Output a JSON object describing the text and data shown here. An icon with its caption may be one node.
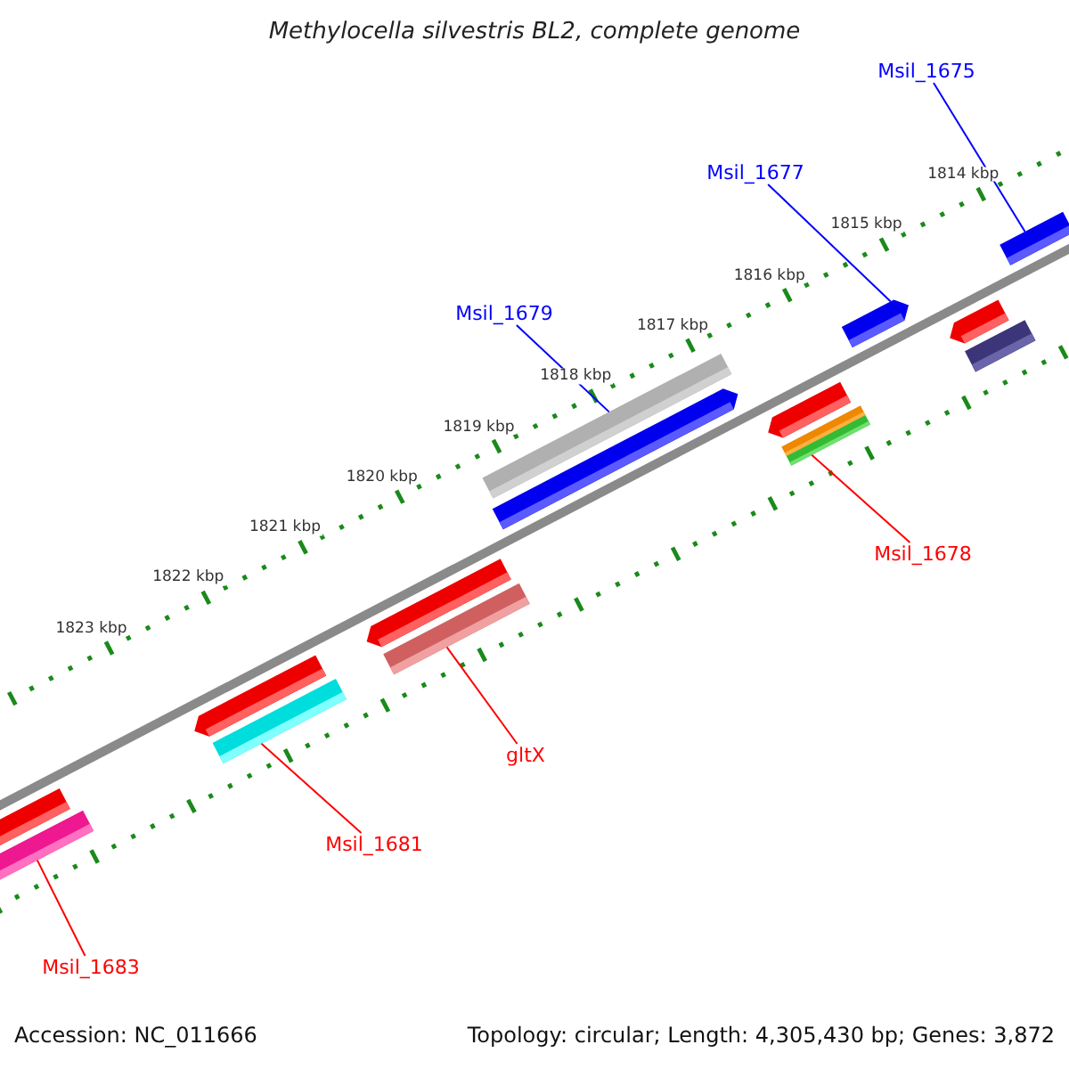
{
  "diagram": {
    "title": "Methylocella silvestris BL2, complete genome",
    "nodes": [
      {
        "text": [
          "Msil_1675"
        ]
      },
      {
        "text": [
          "Msil_1677"
        ]
      },
      {
        "text": [
          "Msil_1679"
        ]
      },
      {
        "text": [
          "Msil_1678"
        ]
      },
      {
        "text": [
          "gltX"
        ]
      },
      {
        "text": [
          "Msil_1681"
        ]
      },
      {
        "text": [
          "Msil_1683"
        ]
      },
      {
        "text": [],
        "shape": "bar"
      },
      {
        "text": [],
        "shape": "bar"
      },
      {
        "text": [],
        "shape": "bar"
      },
      {
        "text": [],
        "shape": "bar"
      },
      {
        "text": [],
        "shape": "bar"
      },
      {
        "text": [],
        "shape": "bar"
      },
      {
        "text": [],
        "shape": "bar"
      }
    ],
    "edges": [
      {
        "from": 0,
        "to": 13,
        "arrow": "none",
        "color": "#0000ff"
      },
      {
        "from": 1,
        "to": 12,
        "arrow": "none",
        "color": "#0000ff"
      },
      {
        "from": 2,
        "to": 10,
        "arrow": "none",
        "color": "#0000ff"
      },
      {
        "from": 3,
        "to": 11,
        "arrow": "none"
      },
      {
        "from": 4,
        "to": 9,
        "arrow": "none"
      },
      {
        "from": 5,
        "to": 8,
        "arrow": "none"
      },
      {
        "from": 6,
        "to": 7,
        "arrow": "none"
      }
    ],
    "labels": [
      "1814 kbp",
      "1815 kbp",
      "1816 kbp",
      "1817 kbp",
      "1818 kbp",
      "1819 kbp",
      "1820 kbp",
      "1821 kbp",
      "1822 kbp",
      "1823 kbp",
      "Accession: NC_011666",
      "Topology: circular; Length: 4,305,430 bp; Genes: 3,872"
    ]
  }
}
